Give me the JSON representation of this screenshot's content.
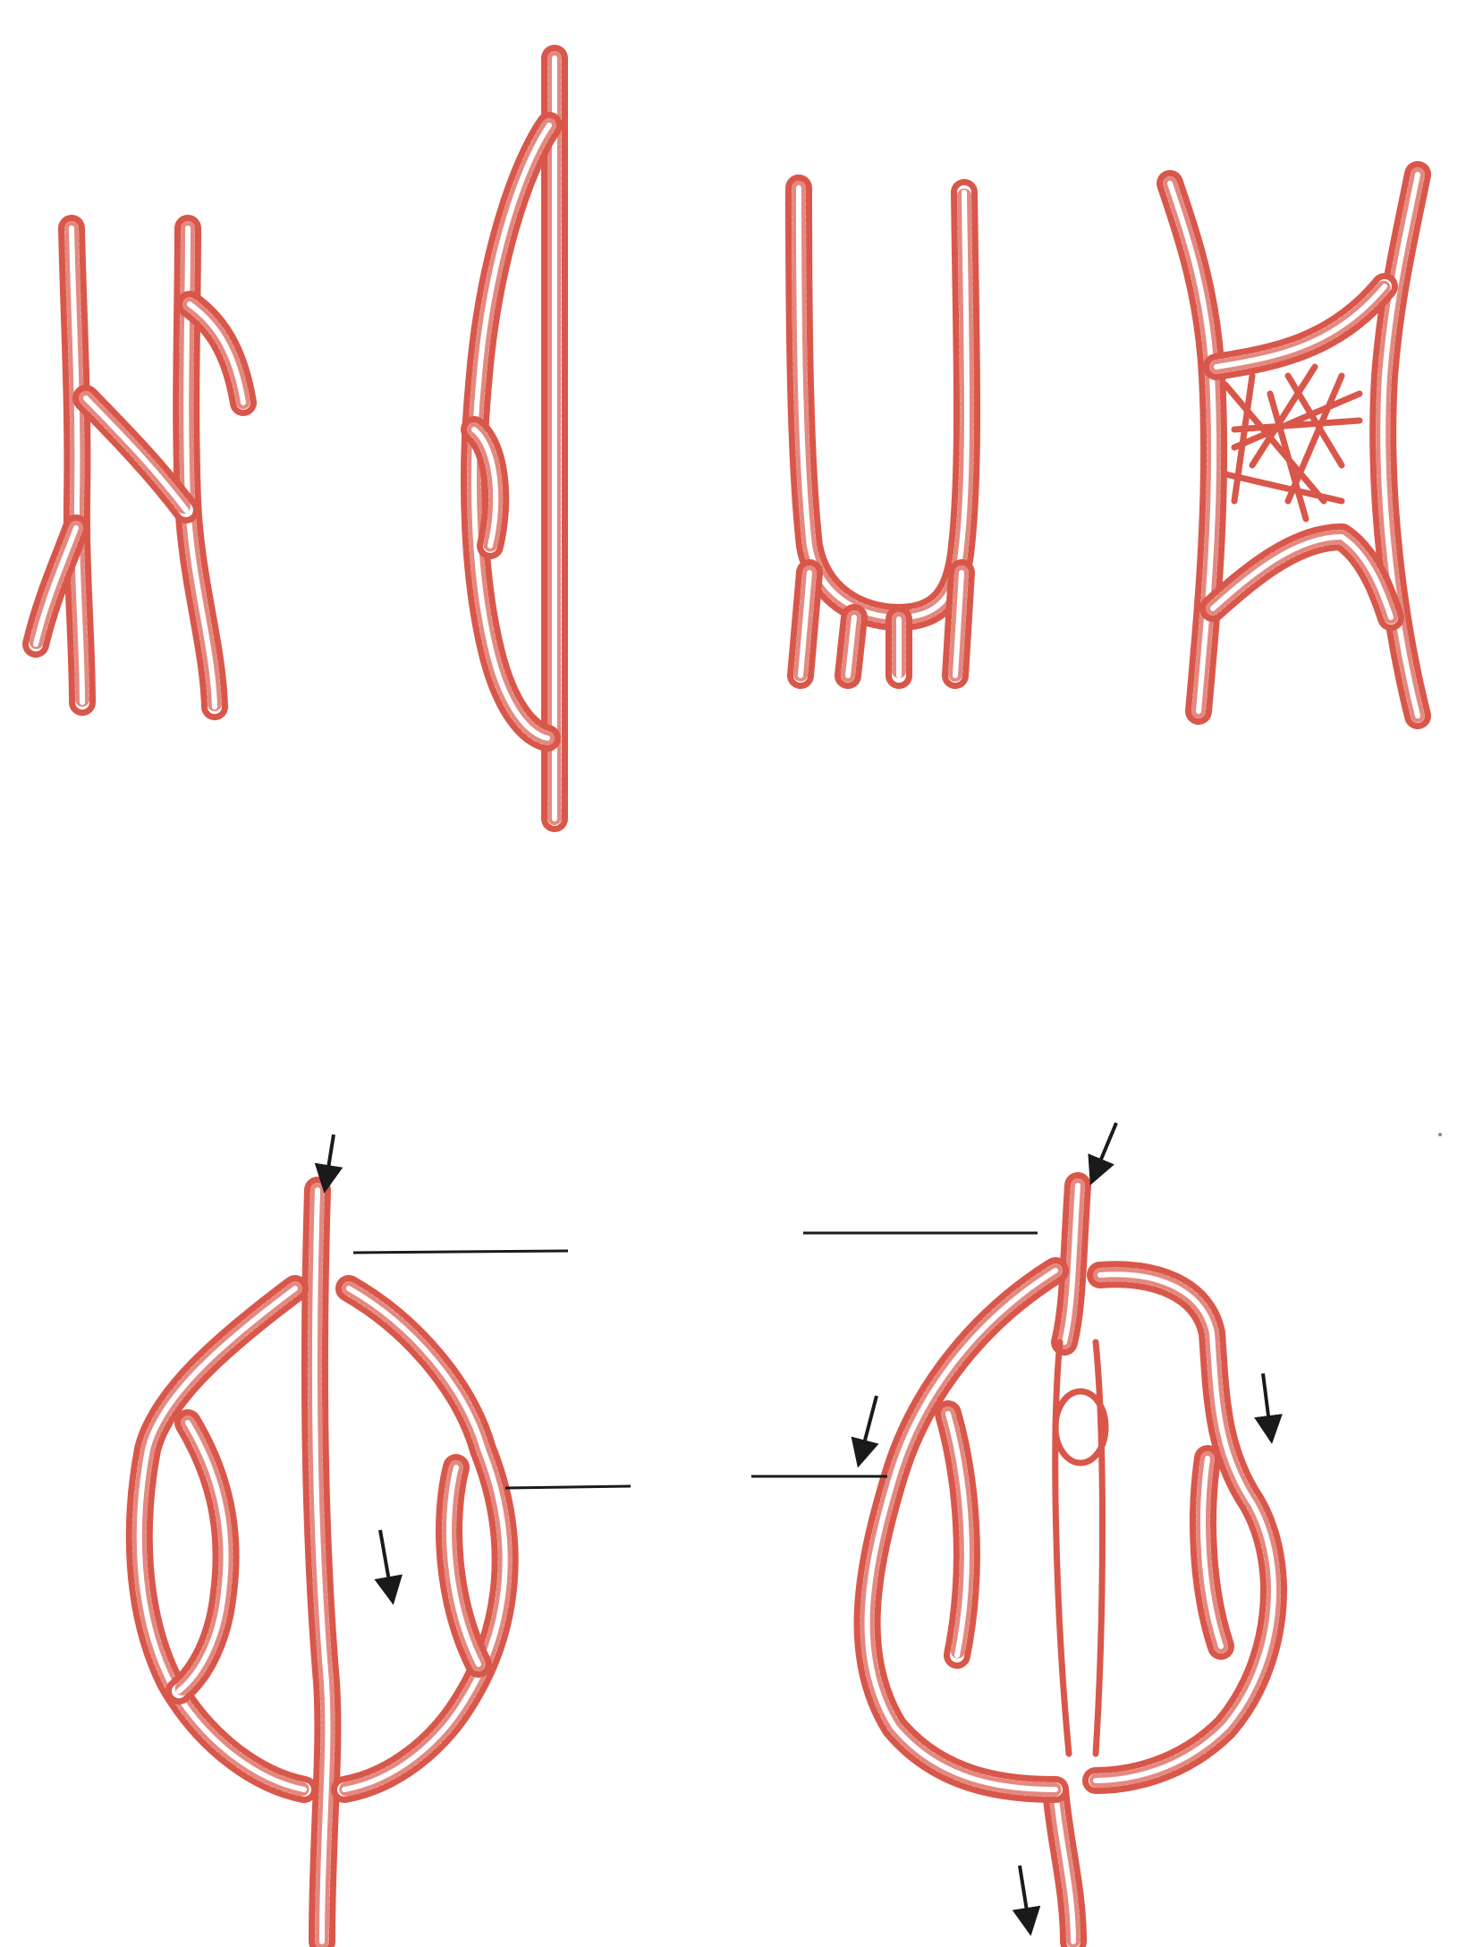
{
  "diagram": {
    "colors": {
      "vessel": "#d9574a",
      "interior": "#ffffff",
      "hatch": "#d9574a",
      "arrow": "#1a1a1a",
      "leader_line": "#1a1a1a",
      "background": "#ffffff"
    },
    "top_row": [
      {
        "id": "anastomosis-type-1",
        "shape": "h-shaped cross connection"
      },
      {
        "id": "anastomosis-type-2",
        "shape": "parallel side loop"
      },
      {
        "id": "anastomosis-type-3",
        "shape": "u-shaped arch"
      },
      {
        "id": "anastomosis-type-4",
        "shape": "network plexus"
      }
    ],
    "bottom_row": [
      {
        "id": "collateral-circulation-open",
        "leader_lines": 2,
        "flow_arrows": 2
      },
      {
        "id": "collateral-circulation-occluded",
        "leader_lines": 2,
        "flow_arrows": 4
      }
    ]
  }
}
